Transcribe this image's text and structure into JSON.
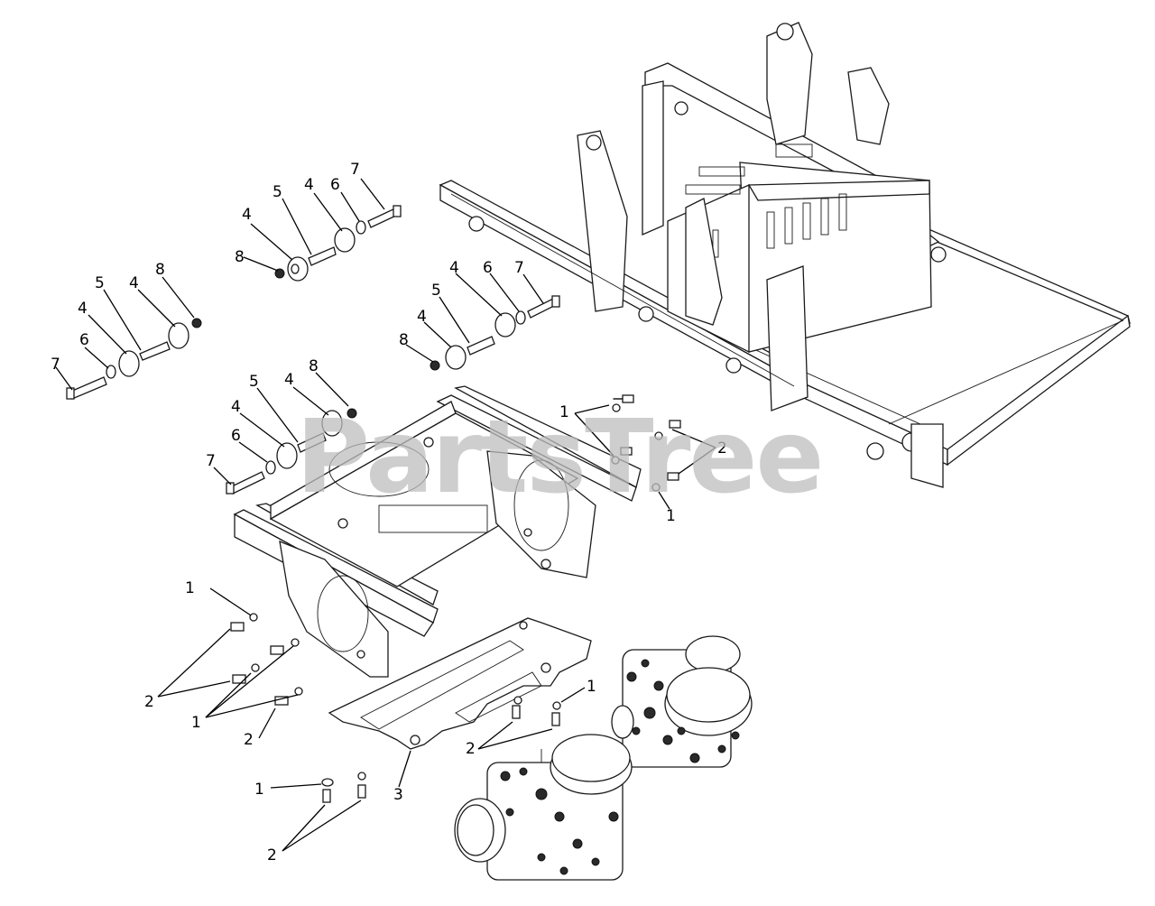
{
  "watermark": "PartsTree",
  "callouts": [
    "1",
    "2",
    "3",
    "4",
    "5",
    "6",
    "7",
    "8"
  ],
  "colors": {
    "line": "#1a1a1a",
    "watermark": "#bdbdbd",
    "background": "#ffffff"
  }
}
